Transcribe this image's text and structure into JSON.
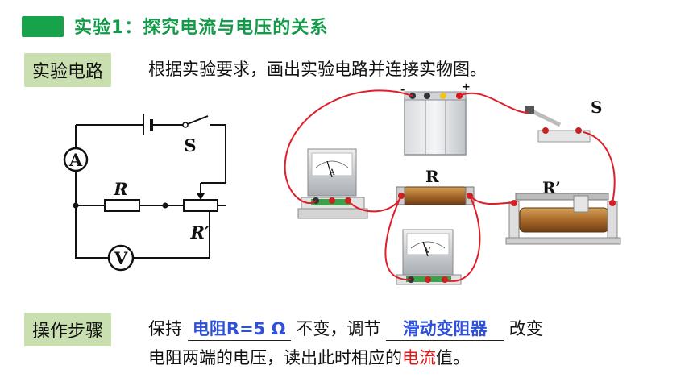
{
  "header": {
    "accent_color": "#17a34a",
    "title": "实验1：探究电流与电压的关系"
  },
  "circuit_section": {
    "tag": "实验电路",
    "instruction": "根据实验要求，画出实验电路并连接实物图。"
  },
  "schematic": {
    "ammeter_symbol": "A",
    "voltmeter_symbol": "V",
    "switch_label": "S",
    "resistor_label": "R",
    "rheostat_label": "R′"
  },
  "physical": {
    "switch_label": "S",
    "resistor_label": "R",
    "rheostat_label": "R’",
    "battery_minus": "-",
    "battery_plus": "+",
    "ammeter_letter": "A",
    "voltmeter_letter": "V",
    "wire_color": "#e01e2a"
  },
  "steps_section": {
    "tag": "操作步骤",
    "p1": "保持",
    "blank1": "电阻R=5 Ω",
    "p2": "不变，调节",
    "blank2": "滑动变阻器",
    "p3": "改变",
    "p4": "电阻两端的电压，读出此时相应的",
    "highlight": "电流",
    "p5": "值。",
    "blank_color": "#2f50d8",
    "highlight_color": "#e0191b"
  }
}
